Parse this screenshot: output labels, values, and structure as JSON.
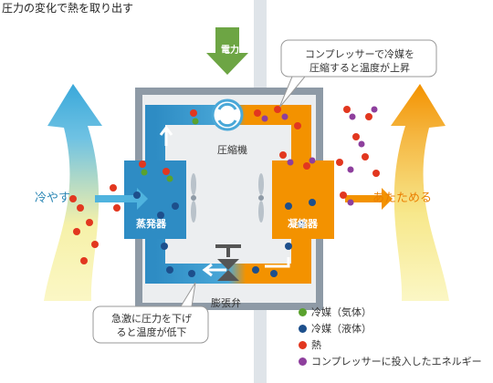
{
  "title": "圧力の変化で熱を取り出す",
  "labels": {
    "cool": "冷やす",
    "warm": "あたためる",
    "power": "電力",
    "compressor": "圧縮機",
    "evaporator": "蒸発器",
    "condenser": "凝縮器",
    "valve": "膨張弁"
  },
  "callouts": {
    "top": "コンプレッサーで冷媒を\n圧縮すると温度が上昇",
    "bottom": "急激に圧力を下げ\nると温度が低下"
  },
  "legend": [
    {
      "label": "冷媒（気体）",
      "color": "#5aa22e"
    },
    {
      "label": "冷媒（液体）",
      "color": "#1d4f8c"
    },
    {
      "label": "熱",
      "color": "#e2371f"
    },
    {
      "label": "コンプレッサーに投入したエネルギー",
      "color": "#8e3f9d"
    }
  ],
  "colors": {
    "cool_flow": "#4fb3de",
    "warm_flow": "#f39200",
    "evaporator": "#2e8cc4",
    "condenser": "#f39200",
    "unit_frame": "#8e9aa6",
    "power": "#6da544"
  }
}
